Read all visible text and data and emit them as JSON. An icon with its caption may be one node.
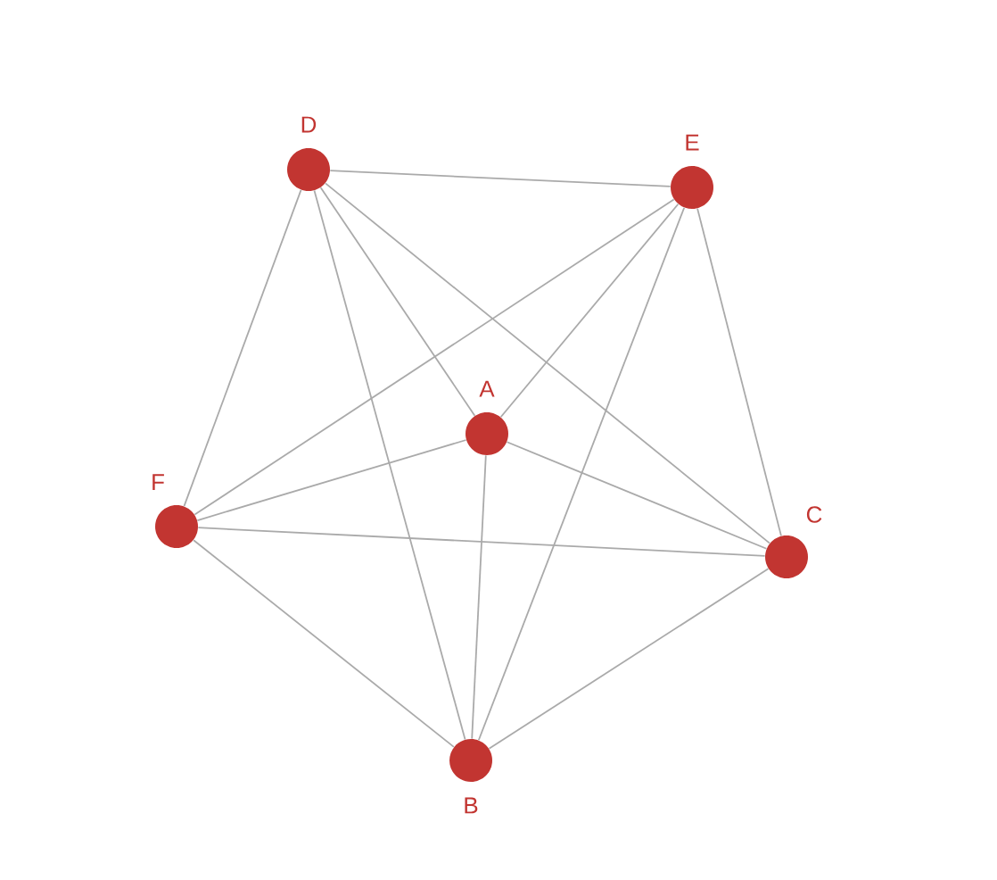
{
  "diagram": {
    "nodes": [
      {
        "text": [
          "D"
        ]
      },
      {
        "text": [
          "E"
        ]
      },
      {
        "text": [
          "A"
        ]
      },
      {
        "text": [
          "F"
        ]
      },
      {
        "text": [
          "C"
        ]
      },
      {
        "text": [
          "B"
        ]
      }
    ],
    "edges": [
      {
        "from": 0,
        "to": 1,
        "arrow": "none"
      },
      {
        "from": 0,
        "to": 3,
        "arrow": "none"
      },
      {
        "from": 0,
        "to": 2,
        "arrow": "none"
      },
      {
        "from": 0,
        "to": 4,
        "arrow": "none"
      },
      {
        "from": 0,
        "to": 5,
        "arrow": "none"
      },
      {
        "from": 1,
        "to": 3,
        "arrow": "none"
      },
      {
        "from": 1,
        "to": 2,
        "arrow": "none"
      },
      {
        "from": 1,
        "to": 4,
        "arrow": "none"
      },
      {
        "from": 1,
        "to": 5,
        "arrow": "none"
      },
      {
        "from": 2,
        "to": 3,
        "arrow": "none"
      },
      {
        "from": 2,
        "to": 4,
        "arrow": "none"
      },
      {
        "from": 2,
        "to": 5,
        "arrow": "none"
      },
      {
        "from": 3,
        "to": 4,
        "arrow": "none"
      },
      {
        "from": 3,
        "to": 5,
        "arrow": "none"
      },
      {
        "from": 4,
        "to": 5,
        "arrow": "none"
      }
    ]
  }
}
